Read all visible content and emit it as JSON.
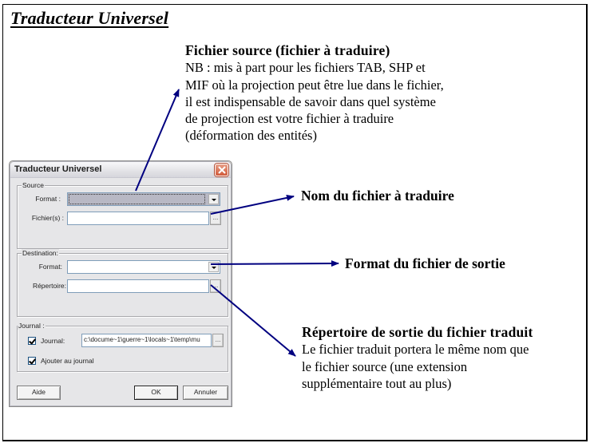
{
  "page": {
    "title": "Traducteur Universel"
  },
  "annotations": {
    "source": {
      "heading": "Fichier source (fichier à traduire)",
      "lines": [
        "NB : mis à part pour les fichiers TAB, SHP et",
        "MIF où la projection peut être lue dans le fichier,",
        "il est indispensable de savoir dans quel système",
        "de projection est votre fichier à traduire",
        "(déformation des entités)"
      ]
    },
    "file_name": "Nom du fichier à traduire",
    "output_format": "Format du fichier de sortie",
    "output_dir": {
      "heading": "Répertoire de sortie du fichier traduit",
      "lines": [
        "Le fichier traduit portera le même nom que",
        "le fichier source (une extension",
        "supplémentaire tout au plus)"
      ]
    }
  },
  "dialog": {
    "title": "Traducteur Universel",
    "source": {
      "group_label": "Source",
      "format_label": "Format :",
      "format_value": "",
      "files_label": "Fichier(s) :",
      "files_value": "",
      "browse_label": "..."
    },
    "destination": {
      "group_label": "Destination:",
      "format_label": "Format:",
      "format_value": "",
      "directory_label": "Répertoire:",
      "directory_value": "",
      "browse_label": "..."
    },
    "journal": {
      "group_label": "Journal :",
      "journal_checkbox_label": "Journal:",
      "journal_checked": true,
      "journal_path": "c:\\docume~1\\guerre~1\\locals~1\\temp\\mu",
      "browse_label": "...",
      "append_checkbox_label": "Ajouter au journal",
      "append_checked": true
    },
    "buttons": {
      "help": "Aide",
      "ok": "OK",
      "cancel": "Annuler"
    }
  },
  "colors": {
    "arrow": "#000080",
    "dialog_bg": "#e6e6e8",
    "close_button": "#d05a3a",
    "field_border": "#7f9db9"
  }
}
